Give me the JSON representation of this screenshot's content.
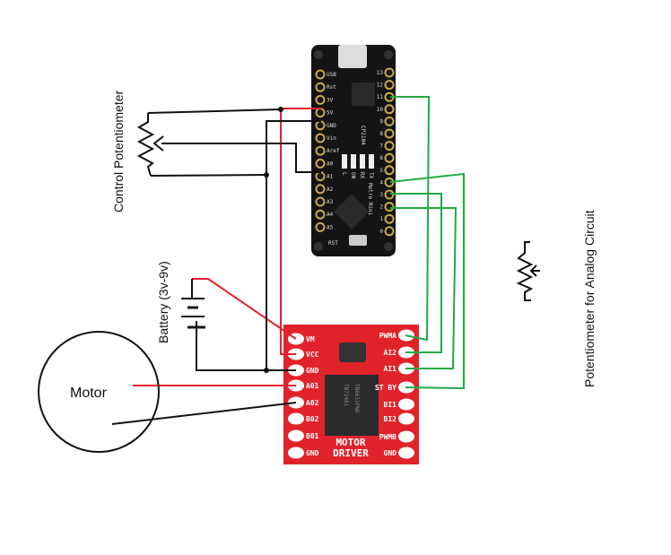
{
  "labels": {
    "control_pot": "Control Potentiometer",
    "battery": "Battery (3v-9v)",
    "motor": "Motor",
    "analog_pot": "Potentiometer for Analog Circuit"
  },
  "microcontroller": {
    "left_pins": [
      "USB",
      "Rst",
      "3V",
      "5V",
      "GND",
      "Vin",
      "Aref",
      "A0",
      "A1",
      "A2",
      "A3",
      "A4",
      "A5"
    ],
    "right_pins": [
      "13",
      "12",
      "11",
      "10",
      "9",
      "8",
      "7",
      "6",
      "5",
      "4",
      "3",
      "2",
      "1",
      "0"
    ],
    "chip_text": "CP2104",
    "brand": "Metro Mini",
    "leds": [
      "L",
      "ON",
      "RX",
      "TX"
    ],
    "reset_label": "RST"
  },
  "motor_driver": {
    "left_pins": [
      "VM",
      "VCC",
      "GND",
      "A01",
      "A02",
      "B02",
      "B01",
      "GND"
    ],
    "right_pins": [
      "PWMA",
      "AI2",
      "AI1",
      "ST BY",
      "BI1",
      "BI2",
      "PWMB",
      "GND"
    ],
    "chip_line1": "TB6612FNG",
    "chip_line2": "TB724A1",
    "title_line1": "MOTOR",
    "title_line2": "DRIVER"
  },
  "colors": {
    "power_wire": "#e8202a",
    "ground_wire": "#111111",
    "signal_wire": "#22aa44",
    "driver_board": "#e0232b",
    "mcu_board": "#111111"
  }
}
